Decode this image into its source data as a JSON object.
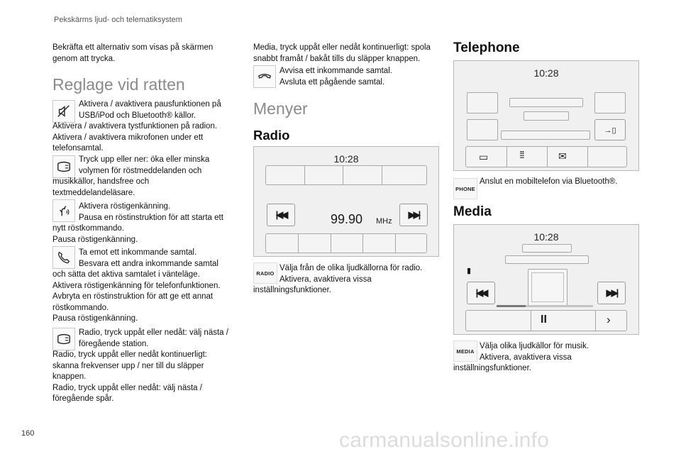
{
  "header": {
    "title": "Pekskärms ljud- och telematiksystem",
    "page_number": "160"
  },
  "watermark": "carmanualsonline.info",
  "col1": {
    "intro": [
      "Bekräfta ett alternativ som visas på skärmen",
      "genom att trycka."
    ],
    "heading": "Reglage vid ratten",
    "items": [
      {
        "icon": "mute-icon",
        "lines": [
          "Aktivera / avaktivera pausfunktionen på",
          "USB/iPod och Bluetooth® källor."
        ]
      },
      {
        "icon": "",
        "lines": [
          "Aktivera / avaktivera tystfunktionen på radion.",
          "Aktivera / avaktivera mikrofonen under ett",
          "telefonsamtal."
        ]
      },
      {
        "icon": "volume-rocker-icon",
        "lines": [
          "Tryck upp eller ner: öka eller minska",
          "volymen för röstmeddelanden och"
        ]
      },
      {
        "icon": "",
        "lines": [
          "musikkällor, handsfree och",
          "textmeddelandeläsare."
        ]
      },
      {
        "icon": "voice-recognition-icon",
        "lines": [
          "Aktivera röstigenkänning.",
          "Pausa en röstinstruktion för att starta ett"
        ]
      },
      {
        "icon": "",
        "lines": [
          "nytt röstkommando.",
          "Pausa röstigenkänning."
        ]
      },
      {
        "icon": "phone-icon",
        "lines": [
          "Ta emot ett inkommande samtal.",
          "Besvara ett andra inkommande samtal"
        ]
      },
      {
        "icon": "",
        "lines": [
          "och sätta det aktiva samtalet i vänteläge.",
          "Aktivera röstigenkänning för telefonfunktionen.",
          "Avbryta en röstinstruktion för att ge ett annat",
          "röstkommando.",
          "Pausa röstigenkänning."
        ]
      },
      {
        "icon": "rocker-icon",
        "lines": [
          "Radio, tryck uppåt eller nedåt: välj nästa /",
          "föregående station."
        ]
      },
      {
        "icon": "",
        "lines": [
          "Radio, tryck uppåt eller nedåt kontinuerligt:",
          "skanna frekvenser upp / ner till du släpper",
          "knappen.",
          "Radio, tryck uppåt eller nedåt: välj nästa /",
          "föregående spår."
        ]
      }
    ]
  },
  "col2": {
    "intro": [
      "Media, tryck uppåt eller nedåt kontinuerligt: spola",
      "snabbt framåt / bakåt tills du släpper knappen."
    ],
    "hangup_lines": [
      "Avvisa ett inkommande samtal.",
      "Avsluta ett pågående samtal."
    ],
    "heading": "Menyer",
    "radio_heading": "Radio",
    "radio_screen": {
      "clock": "10:28",
      "frequency": "99.90",
      "unit": "MHz"
    },
    "radio_tag": "RADIO",
    "radio_lines": [
      "Välja från de olika ljudkällorna för radio.",
      "Aktivera, avaktivera vissa",
      "inställningsfunktioner."
    ]
  },
  "col3": {
    "tel_heading": "Telephone",
    "tel_screen": {
      "clock": "10:28"
    },
    "phone_tag": "PHONE",
    "phone_line": "Anslut en mobiltelefon via Bluetooth®.",
    "media_heading": "Media",
    "media_screen": {
      "clock": "10:28",
      "progress": 0.3
    },
    "media_tag": "MEDIA",
    "media_lines": [
      "Välja olika ljudkällor för musik.",
      "Aktivera, avaktivera vissa",
      "inställningsfunktioner."
    ]
  }
}
